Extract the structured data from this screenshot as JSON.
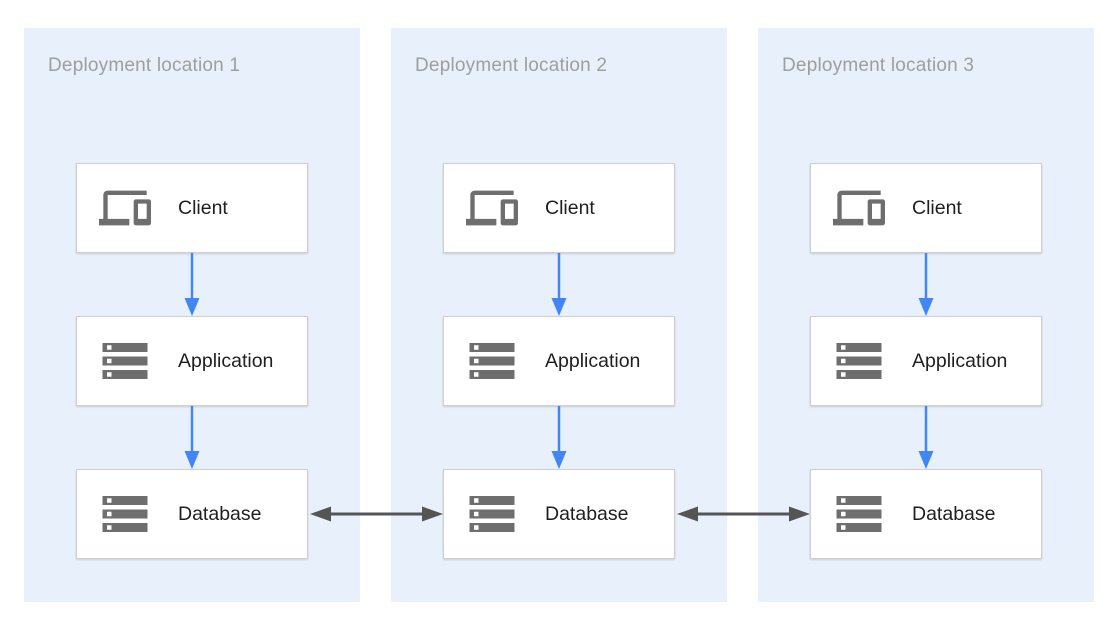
{
  "diagram": {
    "type": "architecture-diagram",
    "panels": [
      {
        "title": "Deployment location 1",
        "nodes": [
          {
            "id": "client-1",
            "label": "Client",
            "icon": "devices-icon"
          },
          {
            "id": "application-1",
            "label": "Application",
            "icon": "server-stack-icon"
          },
          {
            "id": "database-1",
            "label": "Database",
            "icon": "server-stack-icon"
          }
        ]
      },
      {
        "title": "Deployment location 2",
        "nodes": [
          {
            "id": "client-2",
            "label": "Client",
            "icon": "devices-icon"
          },
          {
            "id": "application-2",
            "label": "Application",
            "icon": "server-stack-icon"
          },
          {
            "id": "database-2",
            "label": "Database",
            "icon": "server-stack-icon"
          }
        ]
      },
      {
        "title": "Deployment location 3",
        "nodes": [
          {
            "id": "client-3",
            "label": "Client",
            "icon": "devices-icon"
          },
          {
            "id": "application-3",
            "label": "Application",
            "icon": "server-stack-icon"
          },
          {
            "id": "database-3",
            "label": "Database",
            "icon": "server-stack-icon"
          }
        ]
      }
    ],
    "connections": [
      {
        "from": "client-1",
        "to": "application-1",
        "style": "blue-arrow",
        "direction": "down"
      },
      {
        "from": "application-1",
        "to": "database-1",
        "style": "blue-arrow",
        "direction": "down"
      },
      {
        "from": "client-2",
        "to": "application-2",
        "style": "blue-arrow",
        "direction": "down"
      },
      {
        "from": "application-2",
        "to": "database-2",
        "style": "blue-arrow",
        "direction": "down"
      },
      {
        "from": "client-3",
        "to": "application-3",
        "style": "blue-arrow",
        "direction": "down"
      },
      {
        "from": "application-3",
        "to": "database-3",
        "style": "blue-arrow",
        "direction": "down"
      },
      {
        "from": "database-1",
        "to": "database-2",
        "style": "dark-arrow",
        "direction": "bidirectional"
      },
      {
        "from": "database-2",
        "to": "database-3",
        "style": "dark-arrow",
        "direction": "bidirectional"
      }
    ],
    "colors": {
      "panel_background": "#E8F1FB",
      "node_background": "#FFFFFF",
      "node_border": "#CFCFCF",
      "flow_arrow_blue": "#4285F4",
      "replication_arrow_dark": "#555555",
      "title_text": "#9E9E9E",
      "node_label_text": "#1F1F1F",
      "icon_gray": "#6E6E6E"
    }
  }
}
